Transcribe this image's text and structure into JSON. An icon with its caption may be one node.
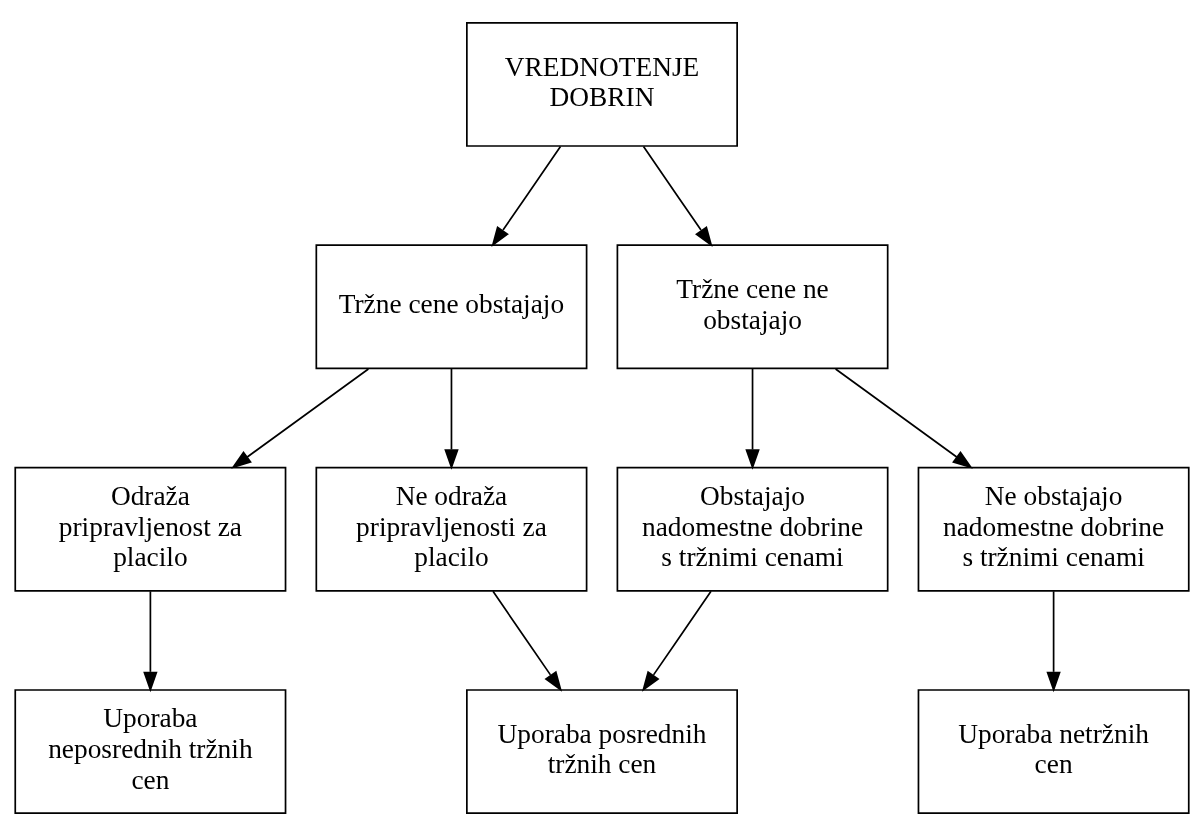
{
  "diagram": {
    "nodes": [
      {
        "text": [
          "VREDNOTENJE DOBRIN"
        ]
      },
      {
        "text": [
          "Tržne cene obstajajo"
        ]
      },
      {
        "text": [
          "Tržne cene ne obstajajo"
        ]
      },
      {
        "text": [
          "Odraža pripravljenost za placilo"
        ]
      },
      {
        "text": [
          "Ne odraža pripravljenosti za placilo"
        ]
      },
      {
        "text": [
          "Obstajajo nadomestne dobrine s tržnimi cenami"
        ]
      },
      {
        "text": [
          "Ne obstajajo nadomestne dobrine s tržnimi cenami"
        ]
      },
      {
        "text": [
          "Uporaba neposrednih tržnih cen"
        ]
      },
      {
        "text": [
          "Uporaba posrednih tržnih cen"
        ]
      },
      {
        "text": [
          "Uporaba netržnih cen"
        ]
      }
    ],
    "edges": [
      {
        "from": 0,
        "to": 1,
        "arrow": "to"
      },
      {
        "from": 0,
        "to": 2,
        "arrow": "to"
      },
      {
        "from": 1,
        "to": 3,
        "arrow": "to"
      },
      {
        "from": 1,
        "to": 4,
        "arrow": "to"
      },
      {
        "from": 2,
        "to": 5,
        "arrow": "to"
      },
      {
        "from": 2,
        "to": 6,
        "arrow": "to"
      },
      {
        "from": 3,
        "to": 7,
        "arrow": "to"
      },
      {
        "from": 4,
        "to": 8,
        "arrow": "to"
      },
      {
        "from": 5,
        "to": 8,
        "arrow": "to"
      },
      {
        "from": 6,
        "to": 9,
        "arrow": "to"
      }
    ]
  }
}
